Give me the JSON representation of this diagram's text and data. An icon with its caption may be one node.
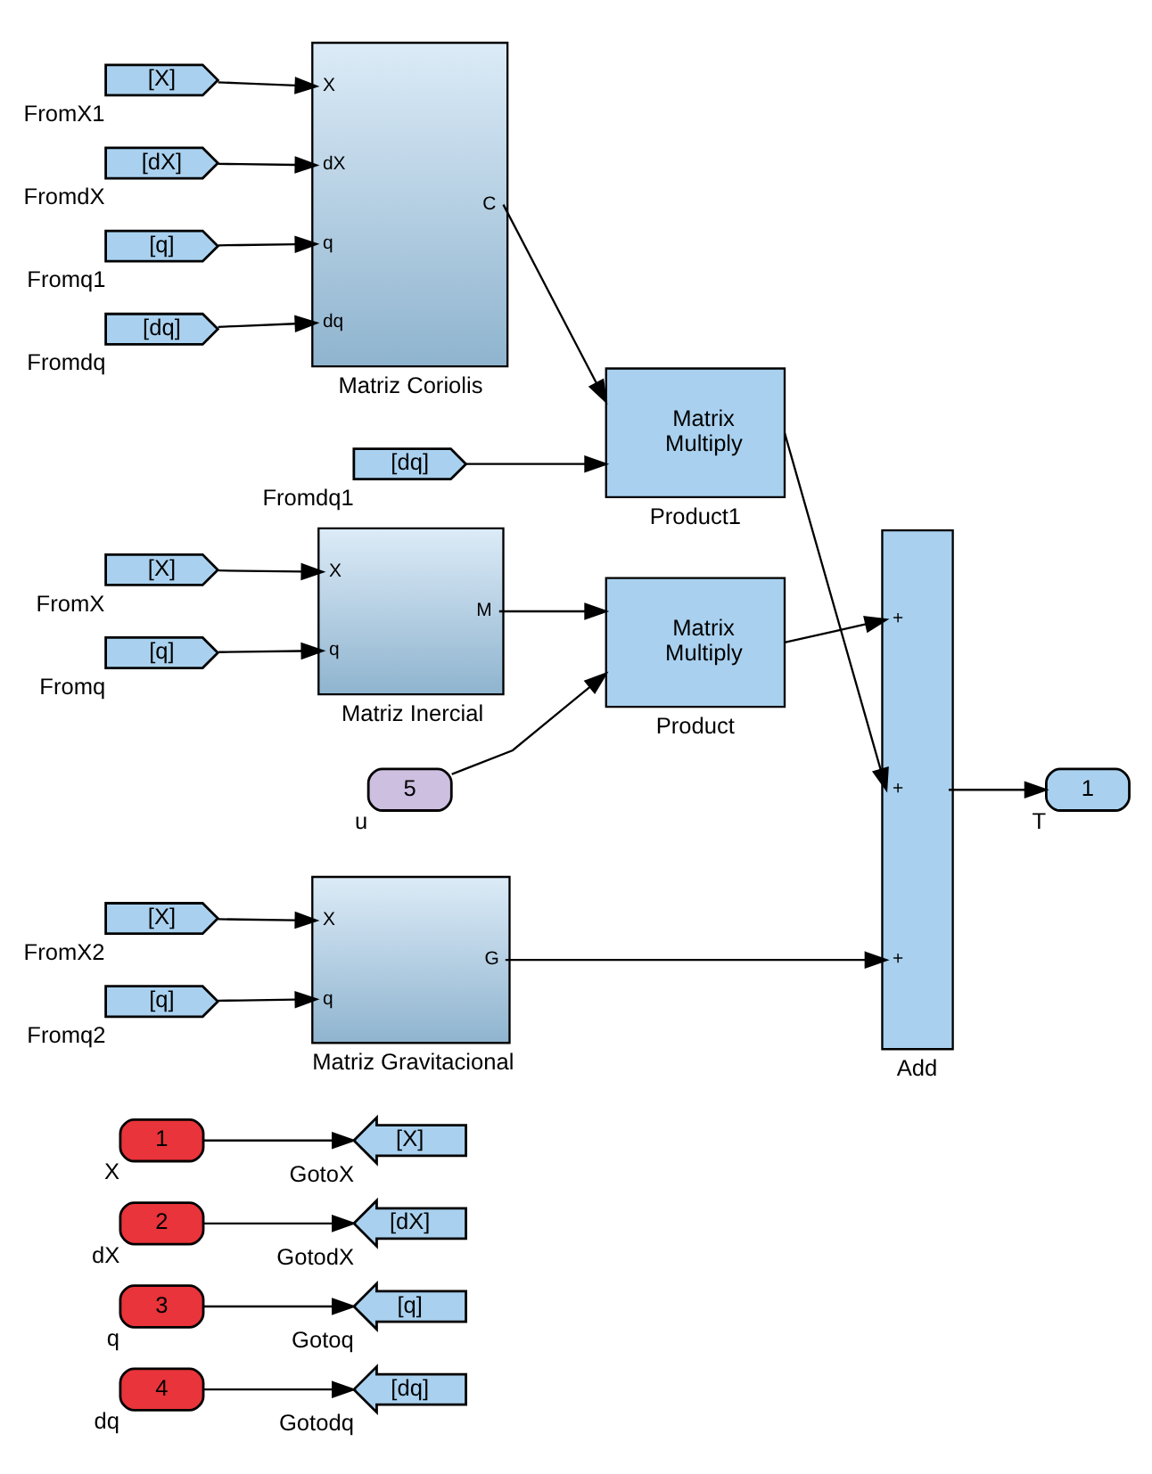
{
  "diagram": {
    "nodes": [
      {
        "text": [
          "1"
        ],
        "beside": [
          "X"
        ]
      },
      {
        "text": [
          "[X]"
        ],
        "beside": [
          "GotoX"
        ]
      },
      {
        "text": [
          "2"
        ],
        "beside": [
          "dX"
        ]
      },
      {
        "text": [
          "[dX]"
        ],
        "beside": [
          "GotodX"
        ]
      },
      {
        "text": [
          "3"
        ],
        "beside": [
          "q"
        ]
      },
      {
        "text": [
          "[q]"
        ],
        "beside": [
          "Gotoq"
        ]
      },
      {
        "text": [
          "4"
        ],
        "beside": [
          "dq"
        ]
      },
      {
        "text": [
          "[dq]"
        ],
        "beside": [
          "Gotodq"
        ]
      },
      {
        "text": [
          "[X]"
        ],
        "beside": [
          "FromX"
        ]
      },
      {
        "text": [
          "[q]"
        ],
        "beside": [
          "Fromq"
        ]
      },
      {
        "text": [
          "X",
          "q",
          "M"
        ],
        "beside": [
          "Matriz Inercial"
        ]
      },
      {
        "text": [
          "5"
        ],
        "beside": [
          "u"
        ]
      },
      {
        "text": [
          "Matrix Multiply"
        ],
        "beside": [
          "Product"
        ]
      },
      {
        "text": [
          "[X]"
        ],
        "beside": [
          "FromX1"
        ]
      },
      {
        "text": [
          "[dX]"
        ],
        "beside": [
          "FromdX"
        ]
      },
      {
        "text": [
          "[q]"
        ],
        "beside": [
          "Fromq1"
        ]
      },
      {
        "text": [
          "[dq]"
        ],
        "beside": [
          "Fromdq"
        ]
      },
      {
        "text": [
          "X",
          "dX",
          "q",
          "dq",
          "C"
        ],
        "beside": [
          "Matriz Coriolis"
        ]
      },
      {
        "text": [
          "[dq]"
        ],
        "beside": [
          "Fromdq1"
        ]
      },
      {
        "text": [
          "Matrix Multiply"
        ],
        "beside": [
          "Product1"
        ]
      },
      {
        "text": [
          "[X]"
        ],
        "beside": [
          "FromX2"
        ]
      },
      {
        "text": [
          "[q]"
        ],
        "beside": [
          "Fromq2"
        ]
      },
      {
        "text": [
          "X",
          "q",
          "G"
        ],
        "beside": [
          "Matriz Gravitacional"
        ]
      },
      {
        "text": [
          "+",
          "+",
          "+"
        ],
        "beside": [
          "Add"
        ]
      },
      {
        "text": [
          "1"
        ],
        "beside": [
          "T"
        ]
      }
    ],
    "edges": [
      {
        "from": 0,
        "to": 1,
        "arrow": "to"
      },
      {
        "from": 2,
        "to": 3,
        "arrow": "to"
      },
      {
        "from": 4,
        "to": 5,
        "arrow": "to"
      },
      {
        "from": 6,
        "to": 7,
        "arrow": "to"
      },
      {
        "from": 8,
        "to": 10,
        "arrow": "to"
      },
      {
        "from": 9,
        "to": 10,
        "arrow": "to"
      },
      {
        "from": 10,
        "to": 12,
        "arrow": "to"
      },
      {
        "from": 11,
        "to": 12,
        "arrow": "to"
      },
      {
        "from": 13,
        "to": 17,
        "arrow": "to"
      },
      {
        "from": 14,
        "to": 17,
        "arrow": "to"
      },
      {
        "from": 15,
        "to": 17,
        "arrow": "to"
      },
      {
        "from": 16,
        "to": 17,
        "arrow": "to"
      },
      {
        "from": 17,
        "to": 19,
        "arrow": "to"
      },
      {
        "from": 18,
        "to": 19,
        "arrow": "to"
      },
      {
        "from": 20,
        "to": 22,
        "arrow": "to"
      },
      {
        "from": 21,
        "to": 22,
        "arrow": "to"
      },
      {
        "from": 12,
        "to": 23,
        "arrow": "to"
      },
      {
        "from": 19,
        "to": 23,
        "arrow": "to"
      },
      {
        "from": 22,
        "to": 23,
        "arrow": "to"
      },
      {
        "from": 23,
        "to": 24,
        "arrow": "to"
      }
    ]
  }
}
